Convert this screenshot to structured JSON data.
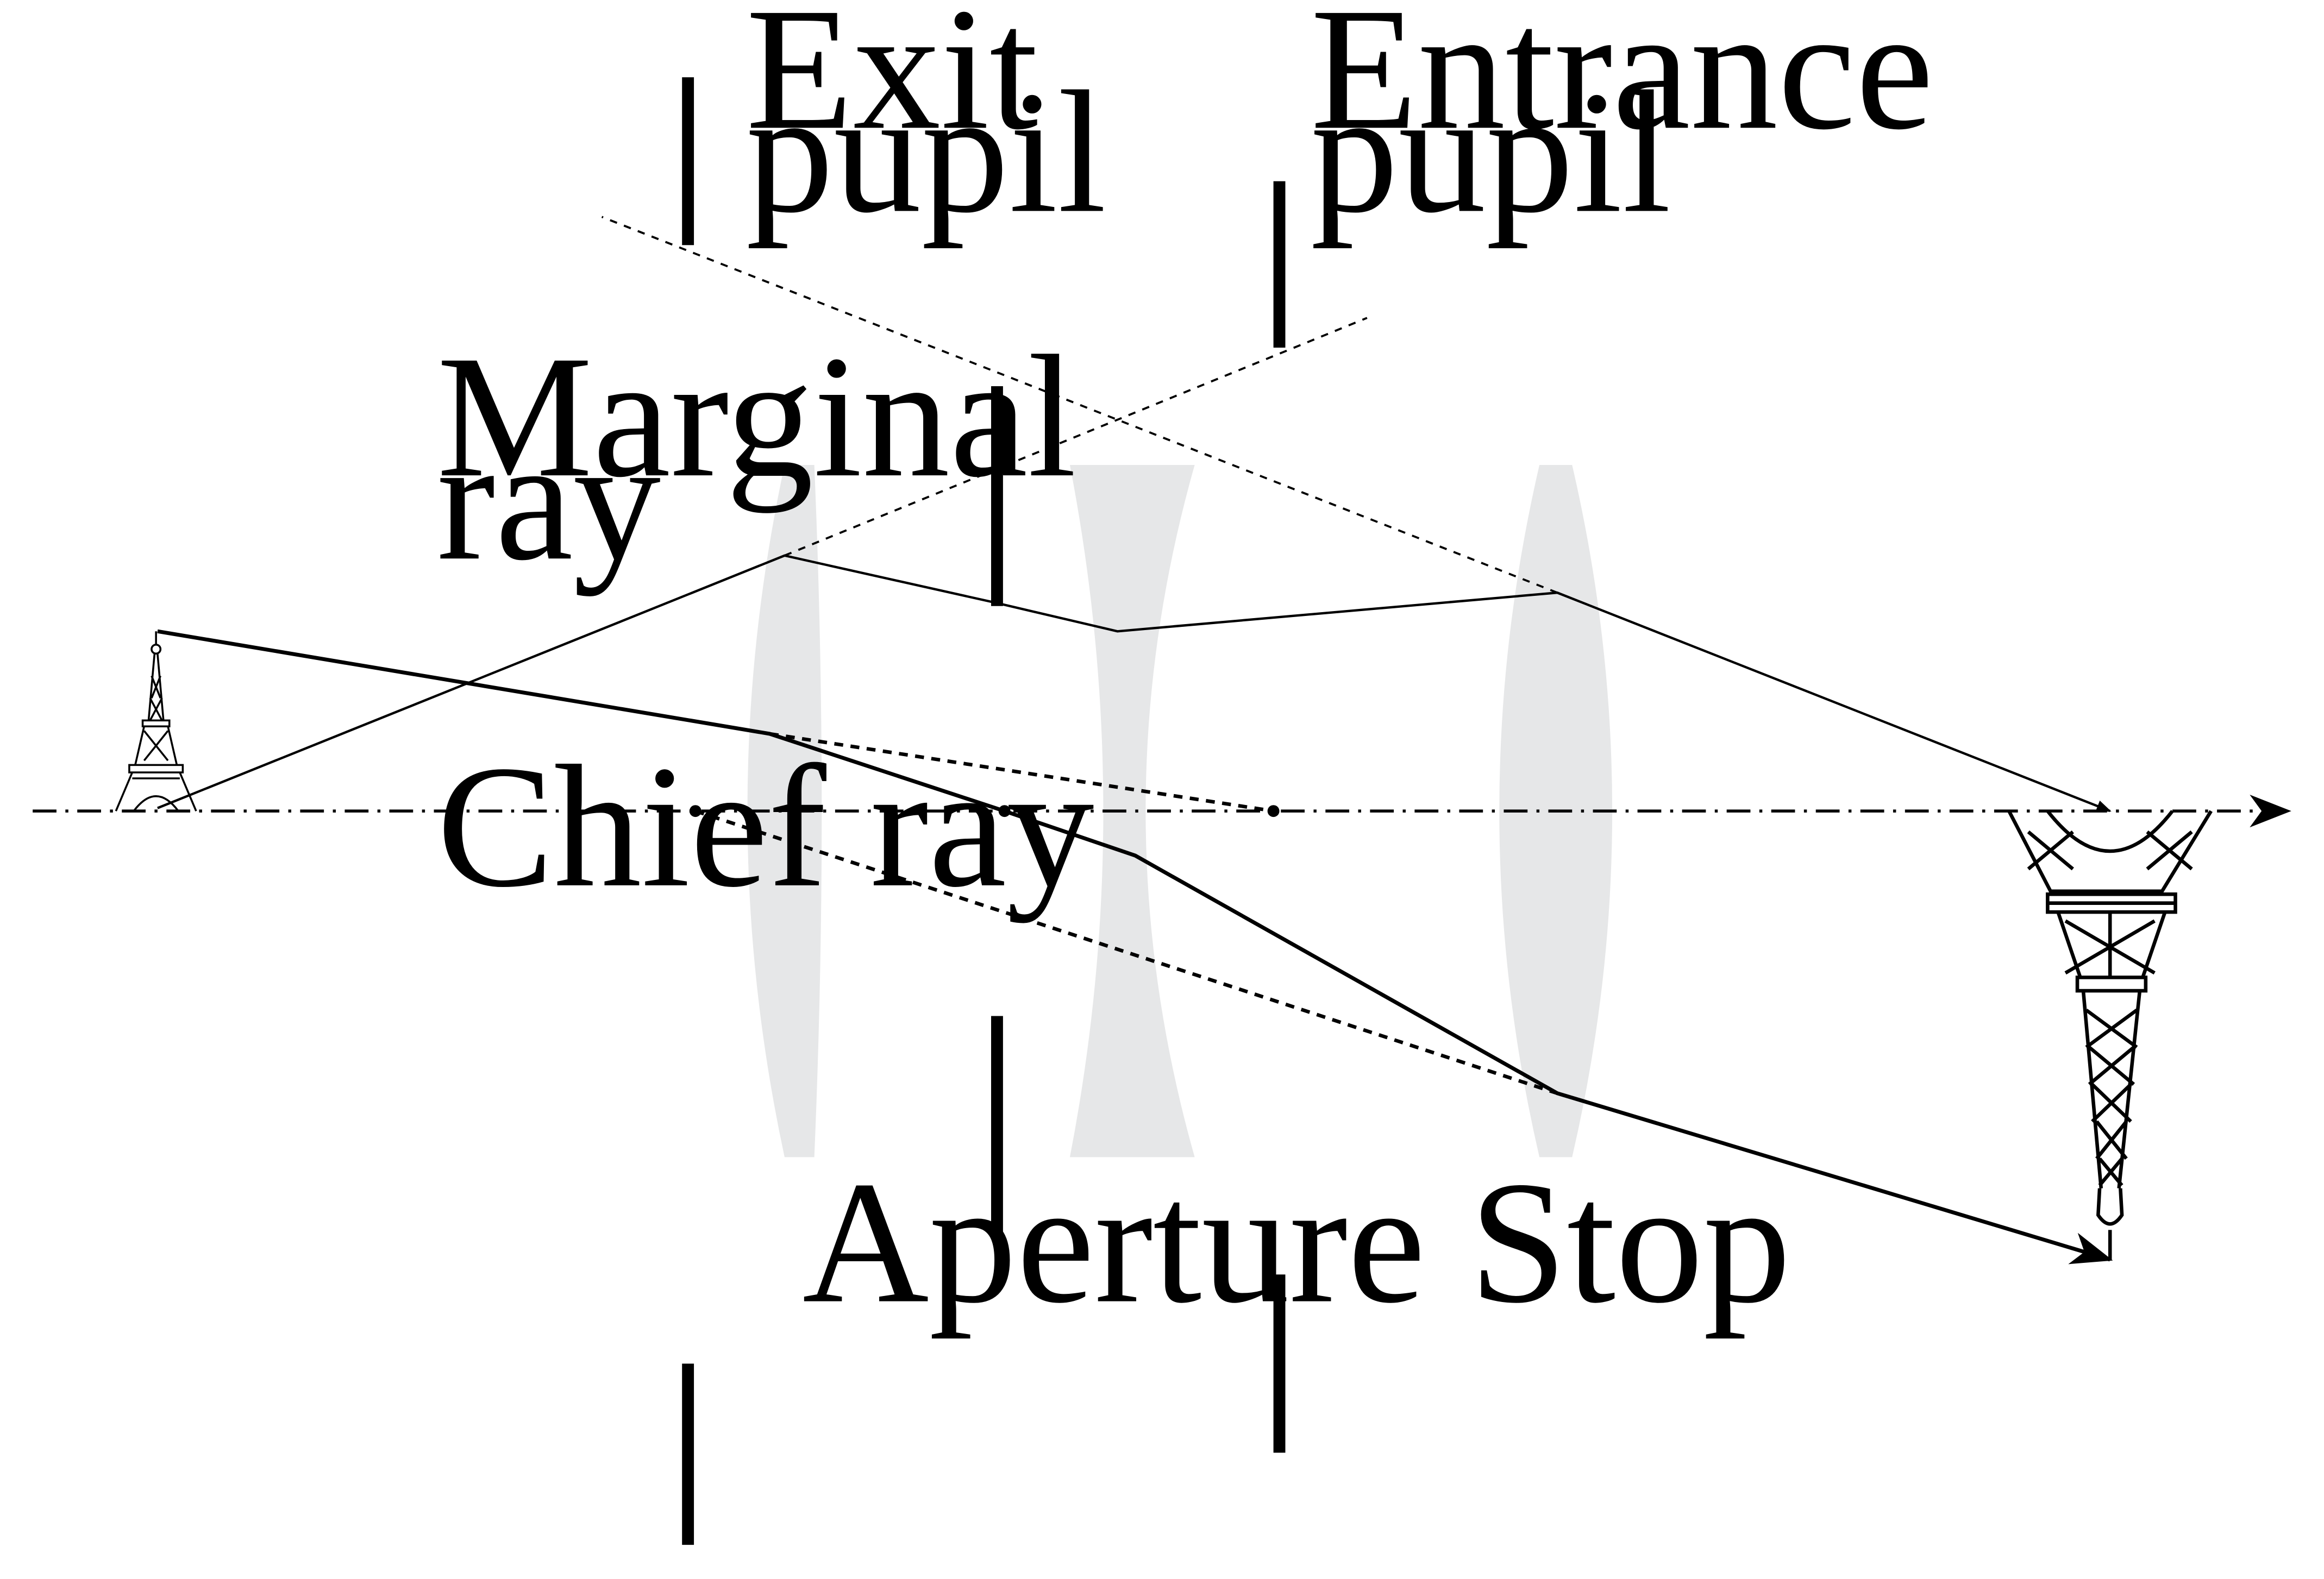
{
  "labels": {
    "exit_pupil_line1": "Exit",
    "exit_pupil_line2": "pupil",
    "entrance_pupil_line1": "Entrance",
    "entrance_pupil_line2": "pupil",
    "marginal_ray_line1": "Marginal",
    "marginal_ray_line2": "ray",
    "chief_ray": "Chief ray",
    "aperture_stop": "Aperture Stop"
  },
  "icons": {
    "object": "eiffel-tower-upright-icon",
    "image": "eiffel-tower-inverted-icon"
  },
  "colors": {
    "ink": "#000000",
    "lens": "#e6e7e8",
    "background": "#ffffff"
  }
}
